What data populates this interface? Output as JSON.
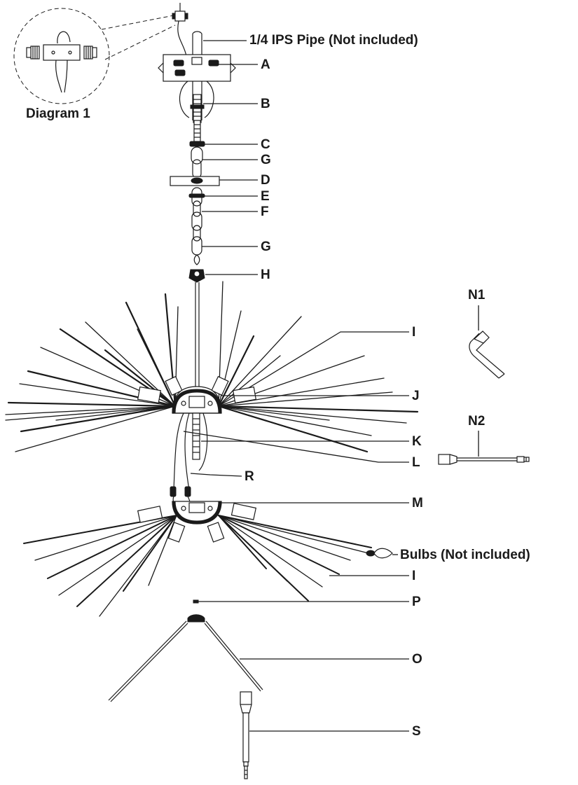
{
  "colors": {
    "ink": "#1a1a1a",
    "background": "#ffffff"
  },
  "callouts": {
    "pipe": "1/4 IPS Pipe (Not included)",
    "A": "A",
    "B": "B",
    "C": "C",
    "G_top": "G",
    "D": "D",
    "E": "E",
    "F": "F",
    "G_bottom": "G",
    "H": "H",
    "I_top": "I",
    "J": "J",
    "K": "K",
    "L": "L",
    "R": "R",
    "M": "M",
    "bulbs": "Bulbs (Not included)",
    "I_bottom": "I",
    "P": "P",
    "O": "O",
    "S": "S"
  },
  "tools": {
    "N1": "N1",
    "N2": "N2"
  },
  "inset": {
    "title": "Diagram 1"
  }
}
